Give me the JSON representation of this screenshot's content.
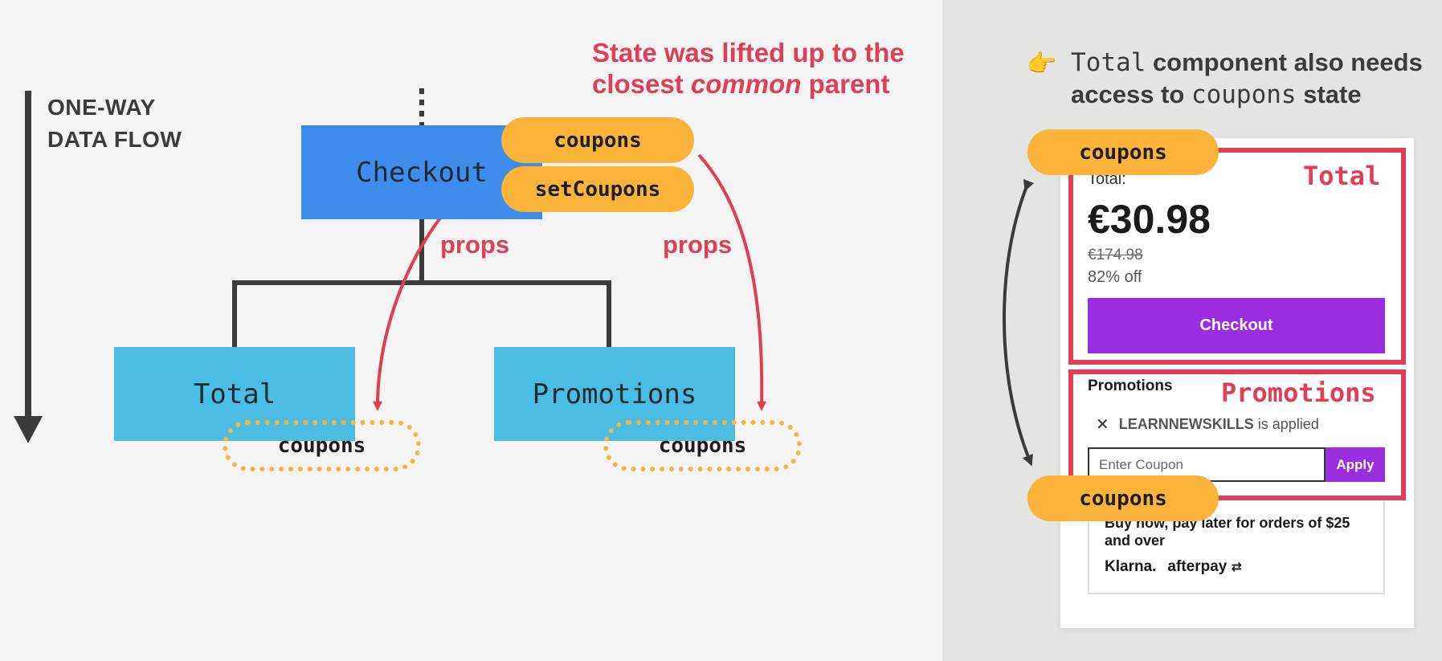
{
  "flow": {
    "line1": "ONE-WAY",
    "line2": "DATA FLOW"
  },
  "lifted_note": {
    "line1": "State was lifted up to the",
    "line2_pre": "closest ",
    "line2_em": "common",
    "line2_post": " parent"
  },
  "tree": {
    "checkout": "Checkout",
    "total": "Total",
    "promotions": "Promotions",
    "state_pill": "coupons",
    "setter_pill": "setCoupons",
    "prop_total": "coupons",
    "prop_promotions": "coupons",
    "props_left": "props",
    "props_right": "props"
  },
  "hint": {
    "icon": "pointing-hand-icon",
    "icon_glyph": "👉",
    "code1": "Total",
    "text1": " component also needs",
    "text2_pre": "access to ",
    "code2": "coupons",
    "text2_post": " state"
  },
  "app": {
    "coupons_top": "coupons",
    "coupons_bottom": "coupons",
    "total_frame_title": "Total",
    "promo_frame_title": "Promotions",
    "total_label": "Total:",
    "total_price": "€30.98",
    "old_price": "€174.98",
    "discount": "82% off",
    "checkout_button": "Checkout",
    "promotions_heading": "Promotions",
    "applied_code": "LEARNNEWSKILLS",
    "applied_suffix": "is applied",
    "coupon_placeholder": "Enter Coupon",
    "apply_button": "Apply",
    "pay_later_text": "Buy now, pay later for orders of $25 and over",
    "klarna": "Klarna.",
    "afterpay": "afterpay"
  },
  "colors": {
    "accent_red": "#e03d57",
    "pill_orange": "#fbb33a",
    "checkout_blue": "#3e8ded",
    "child_blue": "#4bbde3",
    "purple": "#9b2de0"
  }
}
